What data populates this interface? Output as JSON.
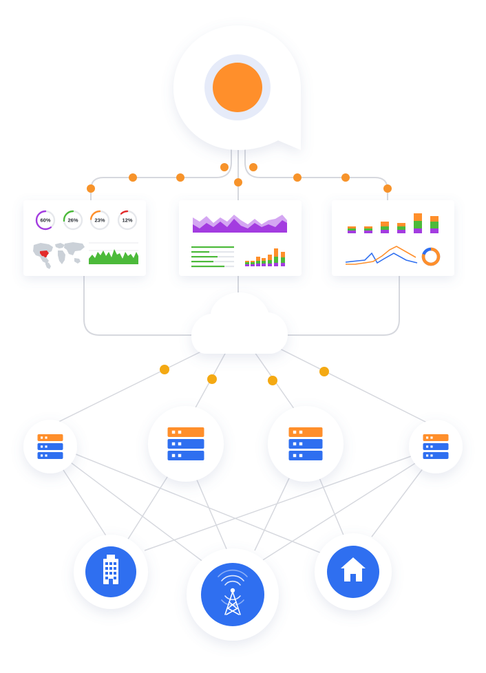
{
  "colors": {
    "orange": "#FF8F2B",
    "dot": "#F7932A",
    "amber": "#F4A913",
    "blue": "#2F6FF0",
    "green": "#4CBA3A",
    "purple": "#A33CE0",
    "red": "#E32B2B",
    "line": "#D6D8DE",
    "halo": "#E6EBF9",
    "card": "#FFFFFF",
    "map": "#CBD1D8"
  },
  "gauges": [
    {
      "label": "60%",
      "value": 60,
      "color": "#A33CE0"
    },
    {
      "label": "26%",
      "value": 26,
      "color": "#4CBA3A"
    },
    {
      "label": "23%",
      "value": 23,
      "color": "#FF8F2B"
    },
    {
      "label": "12%",
      "value": 12,
      "color": "#E32B2B"
    }
  ],
  "icons": {
    "logo": "speech-bubble-logo-icon",
    "cloud": "cloud-icon",
    "server": "server-stack-icon",
    "building": "office-building-icon",
    "tower": "radio-tower-icon",
    "home": "house-icon"
  }
}
